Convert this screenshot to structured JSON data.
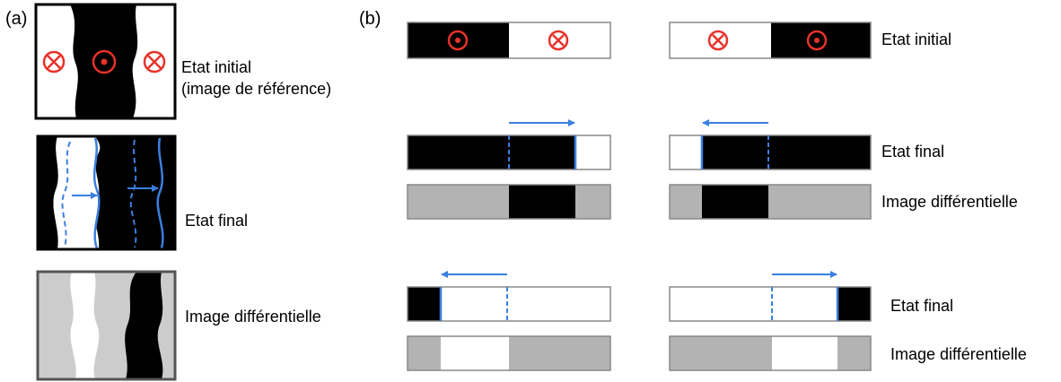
{
  "panel_a": {
    "label": "(a)",
    "initial_label_line1": "Etat initial",
    "initial_label_line2": "(image de référence)",
    "final_label": "Etat final",
    "diff_label": "Image différentielle"
  },
  "panel_b": {
    "label": "(b)",
    "initial_label": "Etat initial",
    "final_label_1": "Etat final",
    "diff_label_1": "Image différentielle",
    "final_label_2": "Etat final",
    "diff_label_2": "Image différentielle"
  },
  "colors": {
    "domain_dark": "#000000",
    "domain_light": "#ffffff",
    "diff_gray": "#b3b3b3",
    "diff_light_gray": "#cccccc",
    "moment_symbol": "#e8322a",
    "wall_arrow": "#3b7fe0"
  },
  "icons": [
    "moment-out-icon",
    "moment-in-icon",
    "wall-motion-arrow-icon"
  ]
}
